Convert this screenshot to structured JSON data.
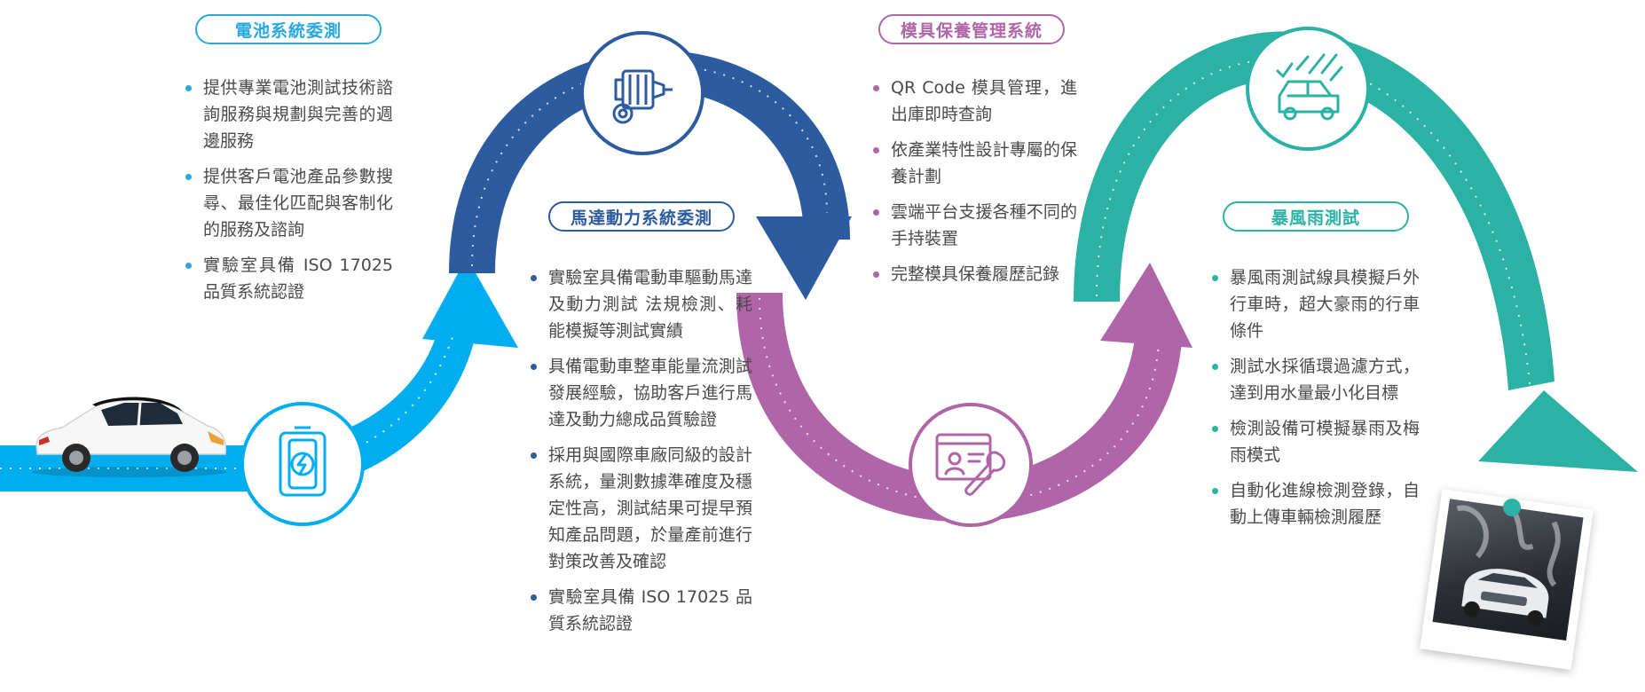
{
  "sections": {
    "battery": {
      "title": "電池系統委測",
      "color": "#29a8e0",
      "bullets": [
        "提供專業電池測試技術諮詢服務與規劃與完善的週邊服務",
        "提供客戶電池產品參數搜尋、最佳化匹配與客制化的服務及諮詢",
        "實驗室具備 ISO 17025 品質系統認證"
      ]
    },
    "motor": {
      "title": "馬達動力系統委測",
      "color": "#2d5ba0",
      "bullets": [
        "實驗室具備電動車驅動馬達及動力測試 法規檢測、耗能模擬等測試實績",
        "具備電動車整車能量流測試發展經驗，協助客戶進行馬達及動力總成品質驗證",
        "採用與國際車廠同級的設計系統，量測數據準確度及穩定性高，測試結果可提早預知產品問題，於量產前進行對策改善及確認",
        "實驗室具備 ISO 17025 品質系統認證"
      ]
    },
    "mold": {
      "title": "模具保養管理系統",
      "color": "#b065a9",
      "bullets": [
        "QR Code 模具管理，進出庫即時查詢",
        "依產業特性設計專屬的保養計劃",
        "雲端平台支援各種不同的手持裝置",
        "完整模具保養履歷記錄"
      ]
    },
    "storm": {
      "title": "暴風雨測試",
      "color": "#2bb2a4",
      "bullets": [
        "暴風雨測試線具模擬戶外行車時，超大豪雨的行車條件",
        "測試水採循環過濾方式，達到用水量最小化目標",
        "檢測設備可模擬暴雨及梅雨模式",
        "自動化進線檢測登錄，自動上傳車輛檢測履歷"
      ]
    }
  },
  "icons": {
    "battery": "battery-charge-icon",
    "motor": "motor-gear-icon",
    "mold": "monitor-wrench-icon",
    "storm": "car-rain-icon"
  },
  "colors": {
    "light_blue": "#00aeef",
    "dark_blue": "#2d5ba0",
    "purple": "#b065a9",
    "teal": "#2bb2a4",
    "text": "#4a4a4a"
  }
}
